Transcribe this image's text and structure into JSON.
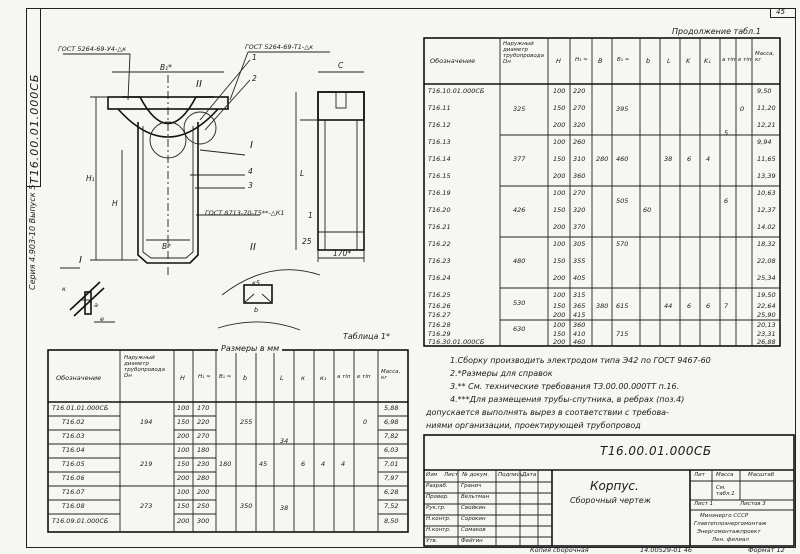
{
  "page_number": "45",
  "stamp_top": "Т16.00.01.000СБ",
  "series_label": "Серия 4.903-10  Выпуск 5",
  "drawing": {
    "gost_left": "ГОСТ 5264-69-У4-△к",
    "gost_right": "ГОСТ 5264-69-Т1-△к",
    "gost_bottom": "ГОСТ 8713-70-Т5**-△К1",
    "dim_b1": "B₁*",
    "dim_h1": "H₁",
    "dim_h": "H",
    "dim_b": "B*",
    "dim_c": "C",
    "dim_l": "L",
    "dim_25": "25",
    "dim_170": "170*",
    "roman_1": "I",
    "roman_2": "II",
    "roman_2b": "II",
    "roman_1b": "I",
    "callouts": [
      "1",
      "2",
      "4",
      "3",
      "1"
    ],
    "detail_k5": "к5",
    "detail_b": "b",
    "detail_a": "a",
    "detail_e": "e",
    "detail_k": "к"
  },
  "table1": {
    "caption": "Таблица 1*",
    "dims_caption": "Размеры в мм",
    "headers": [
      "Обозначение",
      "Наружный диаметр трубопровода Dн",
      "H",
      "H₁ ≈",
      "B₁ ≈",
      "b",
      "L",
      "к",
      "к₁",
      "a тіп",
      "e тіп",
      "Масса, кг"
    ],
    "rows": [
      {
        "code": "Т16.01.01.000СБ",
        "d": "",
        "h": "100",
        "h1": "170",
        "mass": "5,88"
      },
      {
        "code": "Т16.02",
        "d": "194",
        "h": "150",
        "h1": "220",
        "mass": "6,98"
      },
      {
        "code": "Т16.03",
        "d": "",
        "h": "200",
        "h1": "270",
        "mass": "7,82"
      },
      {
        "code": "Т16.04",
        "d": "",
        "h": "100",
        "h1": "180",
        "mass": "6,03"
      },
      {
        "code": "Т16.05",
        "d": "219",
        "h": "150",
        "h1": "230",
        "mass": "7,01"
      },
      {
        "code": "Т16.06",
        "d": "",
        "h": "200",
        "h1": "280",
        "mass": "7,97"
      },
      {
        "code": "Т16.07",
        "d": "",
        "h": "100",
        "h1": "200",
        "mass": "6,28"
      },
      {
        "code": "Т16.08",
        "d": "273",
        "h": "150",
        "h1": "250",
        "mass": "7,52"
      },
      {
        "code": "Т16.09.01.000СБ",
        "d": "",
        "h": "200",
        "h1": "300",
        "mass": "8,50"
      }
    ],
    "shared": {
      "b1_a": "255",
      "b1_b": "350",
      "bcol": "180",
      "L": "45",
      "k": "6",
      "k1": "4",
      "a": "4",
      "e": "0",
      "l_34": "34",
      "l_38": "38"
    }
  },
  "table_cont": {
    "caption": "Продолжение табл.1",
    "headers": [
      "Обозначение",
      "Наружный диаметр трубопровода Dн",
      "H",
      "H₁ ≈",
      "B",
      "B₁ ≈",
      "b",
      "L",
      "K",
      "K₁",
      "a тіп",
      "e тіп",
      "Масса, кг"
    ],
    "rows": [
      {
        "code": "Т16.10.01.000СБ",
        "h": "100",
        "h1": "220",
        "mass": "9,50"
      },
      {
        "code": "Т16.11",
        "h": "150",
        "h1": "270",
        "mass": "11,20"
      },
      {
        "code": "Т16.12",
        "h": "200",
        "h1": "320",
        "mass": "12,21"
      },
      {
        "code": "Т16.13",
        "h": "100",
        "h1": "260",
        "mass": "9,94"
      },
      {
        "code": "Т16.14",
        "h": "150",
        "h1": "310",
        "mass": "11,65"
      },
      {
        "code": "Т16.15",
        "h": "200",
        "h1": "360",
        "mass": "13,39"
      },
      {
        "code": "Т16.19",
        "h": "100",
        "h1": "270",
        "mass": "10,63"
      },
      {
        "code": "Т16.20",
        "h": "150",
        "h1": "320",
        "mass": "12,37"
      },
      {
        "code": "Т16.21",
        "h": "200",
        "h1": "370",
        "mass": "14,02"
      },
      {
        "code": "Т16.22",
        "h": "100",
        "h1": "305",
        "mass": "18,32"
      },
      {
        "code": "Т16.23",
        "h": "150",
        "h1": "355",
        "mass": "22,08"
      },
      {
        "code": "Т16.24",
        "h": "200",
        "h1": "405",
        "mass": "25,34"
      },
      {
        "code": "Т16.25",
        "h": "100",
        "h1": "315",
        "mass": "19,50"
      },
      {
        "code": "Т16.26",
        "h": "150",
        "h1": "365",
        "mass": "22,64"
      },
      {
        "code": "Т16.27",
        "h": "200",
        "h1": "415",
        "mass": "25,90"
      },
      {
        "code": "Т16.28",
        "h": "100",
        "h1": "360",
        "mass": "20,13"
      },
      {
        "code": "Т16.29",
        "h": "150",
        "h1": "410",
        "mass": "23,31"
      },
      {
        "code": "Т16.30.01.000СБ",
        "h": "200",
        "h1": "460",
        "mass": "26,88"
      }
    ],
    "diameters": [
      "325",
      "377",
      "426",
      "480",
      "530",
      "630"
    ],
    "b_values": [
      "395",
      "460",
      "505",
      "570",
      "615",
      "715"
    ],
    "misc": {
      "B_280a": "280",
      "B_280b": "380",
      "b_60": "60",
      "L_38": "38",
      "L_44": "44",
      "K_6a": "6",
      "K_6b": "6",
      "K1_4": "4",
      "K1_6": "6",
      "a_5": "5",
      "a_6": "6",
      "a_7": "7",
      "e_0": "0"
    }
  },
  "notes": [
    "1.Сборку производить электродом типа Э42 по ГОСТ 9467-60",
    "2.*Размеры для справок",
    "3.** См. технические требования ТЗ.00.00.000ТТ п.16.",
    "4.***Для размещения трубы-спутника, в ребрах (поз.4)",
    "допускается выполнять вырез в соответствии с требова-",
    "ниями организации, проектирующей трубопровод"
  ],
  "title_block": {
    "doc_code": "Т16.00.01.000СБ",
    "name_line1": "Корпус.",
    "name_line2": "Сборочный чертеж",
    "col_lit": "Лит",
    "col_mass": "Масса",
    "col_scale": "Масштаб",
    "mass_ref": "См. табл.1",
    "sheet": "Лист 1",
    "sheets": "Листов 3",
    "roles": [
      "Изм",
      "Лист",
      "№ докум.",
      "Подпись",
      "Дата"
    ],
    "people": [
      {
        "role": "Разраб.",
        "name": "Гранич"
      },
      {
        "role": "Провер.",
        "name": "Вельтман"
      },
      {
        "role": "Рук.гр.",
        "name": "Свойкин"
      },
      {
        "role": "Н.контр.",
        "name": "Сорокин"
      },
      {
        "role": "Н.контр.",
        "name": "Сомаков"
      },
      {
        "role": "Утв.",
        "name": "Фейгин"
      }
    ],
    "org_line1": "Минэнерго СССР",
    "org_line2": "Главтеплоэнергомонтаж",
    "org_line3": "Энергомонтажпроект",
    "org_line4": "Лен. филиал",
    "bottom_copy": "Копия сборочная",
    "bottom_code": "14.00529-01  46",
    "bottom_format": "Формат 12"
  }
}
